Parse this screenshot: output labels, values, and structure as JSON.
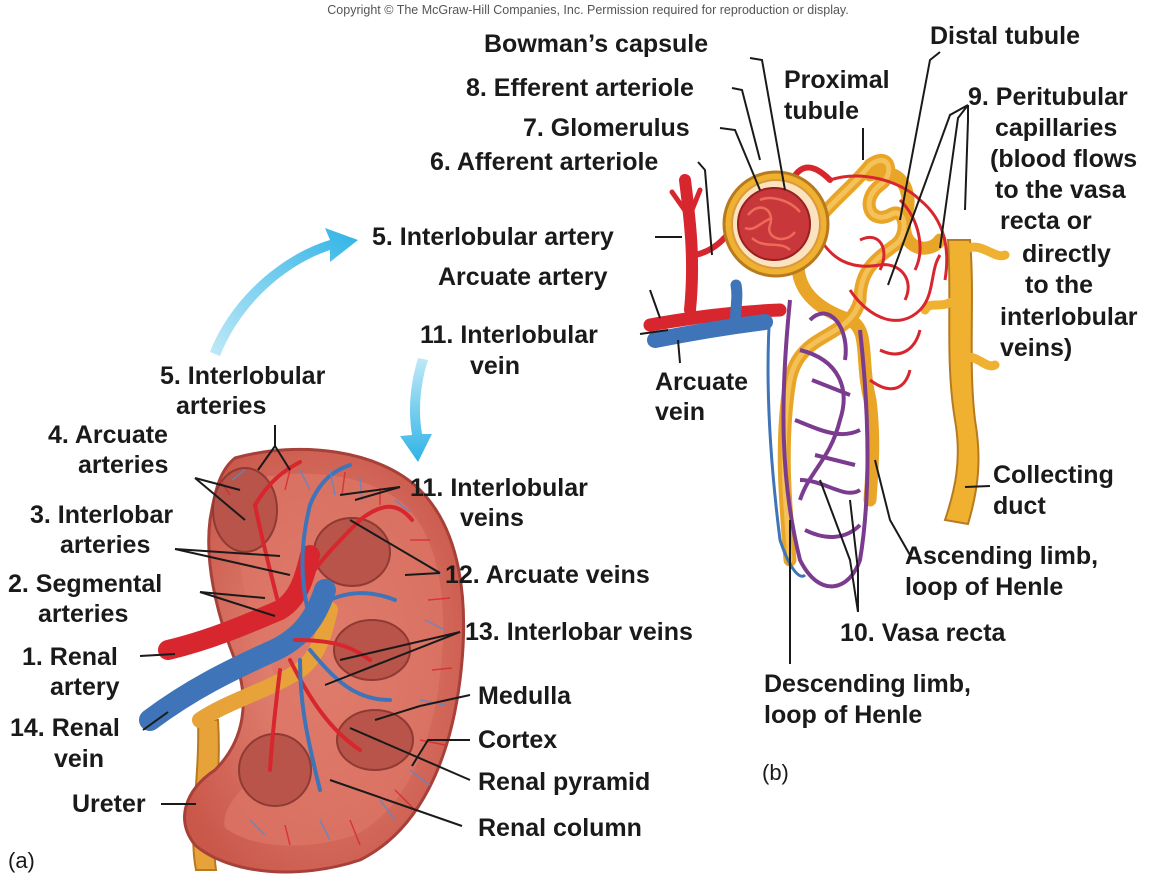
{
  "copyright": "Copyright © The McGraw-Hill Companies, Inc. Permission required for reproduction or display.",
  "panels": {
    "a": "(a)",
    "b": "(b)"
  },
  "labels_a": {
    "interlobular_arteries": [
      "5. Interlobular",
      "arteries"
    ],
    "arcuate_arteries": [
      "4. Arcuate",
      "arteries"
    ],
    "interlobar_arteries": [
      "3. Interlobar",
      "arteries"
    ],
    "segmental_arteries": [
      "2. Segmental",
      "arteries"
    ],
    "renal_artery": [
      "1. Renal",
      "artery"
    ],
    "renal_vein": [
      "14. Renal",
      "vein"
    ],
    "ureter": "Ureter",
    "interlobular_veins": [
      "11. Interlobular",
      "veins"
    ],
    "arcuate_veins": "12. Arcuate veins",
    "interlobar_veins": "13. Interlobar veins",
    "medulla": "Medulla",
    "cortex": "Cortex",
    "renal_pyramid": "Renal pyramid",
    "renal_column": "Renal column"
  },
  "labels_b": {
    "bowmans_capsule": "Bowman’s capsule",
    "efferent_arteriole": "8. Efferent arteriole",
    "glomerulus": "7. Glomerulus",
    "afferent_arteriole": "6. Afferent arteriole",
    "interlobular_artery": "5. Interlobular artery",
    "arcuate_artery": "Arcuate artery",
    "interlobular_vein": [
      "11. Interlobular",
      "vein"
    ],
    "arcuate_vein": [
      "Arcuate",
      "vein"
    ],
    "proximal_tubule": [
      "Proximal",
      "tubule"
    ],
    "distal_tubule": "Distal tubule",
    "peritubular_capillaries": [
      "9. Peritubular",
      "capillaries",
      "(blood flows",
      "to the vasa",
      "recta or",
      "directly",
      "to the",
      "interlobular",
      "veins)"
    ],
    "collecting_duct": [
      "Collecting",
      "duct"
    ],
    "ascending_limb": [
      "Ascending limb,",
      "loop of Henle"
    ],
    "vasa_recta": "10. Vasa recta",
    "descending_limb": [
      "Descending limb,",
      "loop of Henle"
    ]
  },
  "colors": {
    "artery": "#d8262e",
    "vein": "#3f74b8",
    "tubule": "#f0b030",
    "kidney": "#d9685a",
    "arrow": "#46c0e8"
  }
}
